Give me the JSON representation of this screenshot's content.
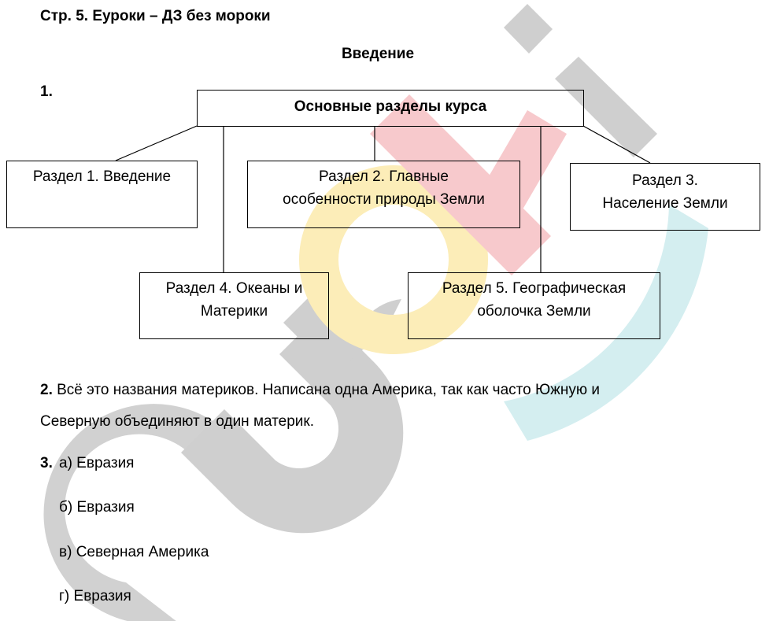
{
  "header": {
    "title": "Стр. 5. Еуроки – ДЗ без мороки"
  },
  "section": {
    "title": "Введение"
  },
  "task1": {
    "number": "1.",
    "diagram": {
      "root": "Основные разделы курса",
      "nodes": [
        {
          "id": 1,
          "line1": "Раздел 1. Введение",
          "line2": ""
        },
        {
          "id": 2,
          "line1": "Раздел 2. Главные",
          "line2": "особенности природы Земли"
        },
        {
          "id": 3,
          "line1": "Раздел 3.",
          "line2": "Население Земли"
        },
        {
          "id": 4,
          "line1": "Раздел 4. Океаны и",
          "line2": "Материки"
        },
        {
          "id": 5,
          "line1": "Раздел 5. Географическая",
          "line2": "оболочка Земли"
        }
      ]
    }
  },
  "task2": {
    "number": "2.",
    "line1": " Всё это названия материков. Написана одна Америка, так как часто Южную и",
    "line2": "Северную объединяют в один материк."
  },
  "task3": {
    "number": "3.",
    "answers": [
      {
        "label": "а) Евразия"
      },
      {
        "label": "б) Евразия"
      },
      {
        "label": "в) Северная Америка"
      },
      {
        "label": "г) Евразия"
      }
    ]
  },
  "watermark": {
    "text": "euroki",
    "colors": {
      "gray": "#cfcfcf",
      "red": "#f7c9cc",
      "yellow": "#fcedb8",
      "cyan": "#d4eef0"
    }
  }
}
